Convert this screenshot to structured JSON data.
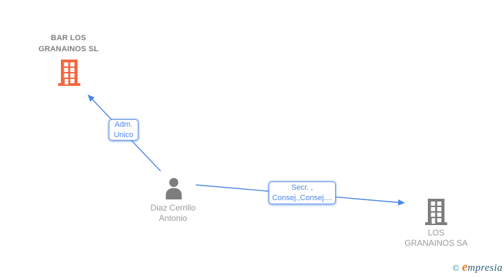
{
  "canvas": {
    "background": "#ffffff"
  },
  "colors": {
    "edge_blue": "#4a86e8",
    "label_border_blue": "#5b8fe8",
    "company_orange": "#f6673e",
    "icon_gray": "#7d7d7d",
    "title_gray": "#808080",
    "name_gray": "#9a9a9a"
  },
  "nodes": {
    "company_top": {
      "line1": "BAR LOS",
      "line2": "GRANAINOS SL",
      "icon": "building-icon",
      "icon_color": "#f6673e"
    },
    "person": {
      "line1": "Diaz Cerrillo",
      "line2": "Antonio",
      "icon": "person-icon",
      "icon_color": "#7d7d7d"
    },
    "company_right": {
      "line1": "LOS",
      "line2": "GRANAINOS SA",
      "icon": "building-icon",
      "icon_color": "#7d7d7d"
    }
  },
  "edges": {
    "adm": {
      "line1": "Adm.",
      "line2": "Unico"
    },
    "secr": {
      "line1": "Secr. ,",
      "line2": "Consej.,Consej...."
    }
  },
  "footer": {
    "copyright_symbol": "©",
    "brand_initial": "e",
    "brand_rest": "mpresia"
  }
}
